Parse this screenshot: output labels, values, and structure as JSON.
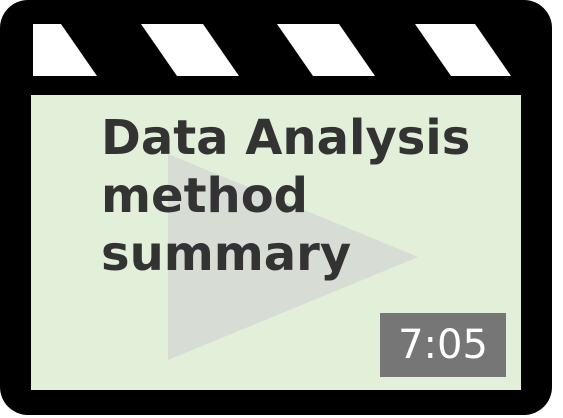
{
  "video": {
    "title_lines": [
      "Data Analysis",
      "method",
      "summary"
    ],
    "duration": "7:05"
  },
  "icons": {
    "overlay": "play-icon",
    "frame": "clapperboard-icon"
  },
  "colors": {
    "frame": "#000000",
    "stripes": "#ffffff",
    "screen": "#e2efd9",
    "play": "#d7dcd4",
    "title_text": "#333333",
    "duration_bg": "#767676",
    "duration_text": "#ffffff"
  }
}
